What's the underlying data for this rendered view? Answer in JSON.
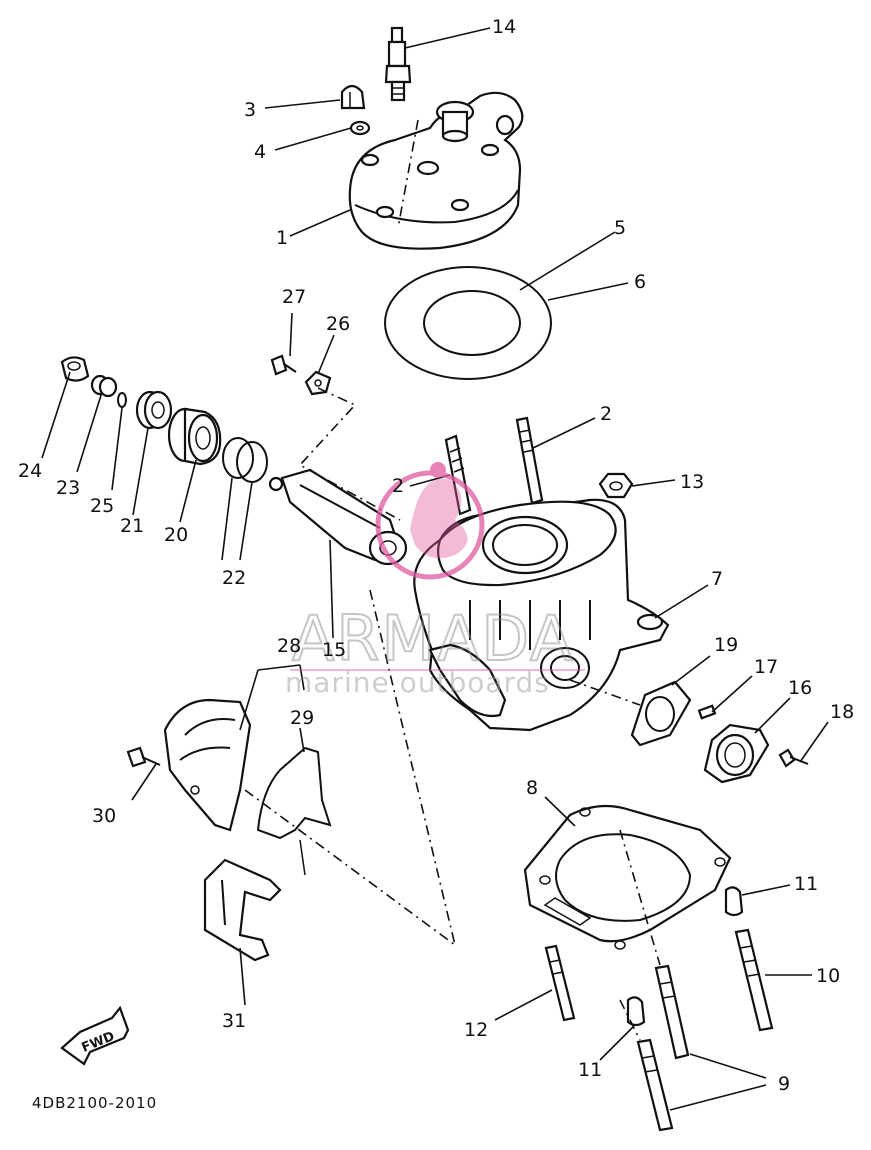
{
  "diagram": {
    "part_code": "4DB2100-2010",
    "forward_label": "FWD",
    "callouts": {
      "c1": "1",
      "c2a": "2",
      "c2b": "2",
      "c3": "3",
      "c4": "4",
      "c5": "5",
      "c6": "6",
      "c7": "7",
      "c8": "8",
      "c9": "9",
      "c10": "10",
      "c11a": "11",
      "c11b": "11",
      "c12": "12",
      "c13": "13",
      "c14": "14",
      "c15": "15",
      "c16": "16",
      "c17": "17",
      "c18": "18",
      "c19": "19",
      "c20": "20",
      "c21": "21",
      "c22": "22",
      "c23": "23",
      "c24": "24",
      "c25": "25",
      "c26": "26",
      "c27": "27",
      "c28": "28",
      "c29": "29",
      "c30": "30",
      "c31": "31"
    }
  },
  "watermark": {
    "title": "ARMADA",
    "subtitle": "marine outboards",
    "logo_color": "#e05aa0"
  }
}
